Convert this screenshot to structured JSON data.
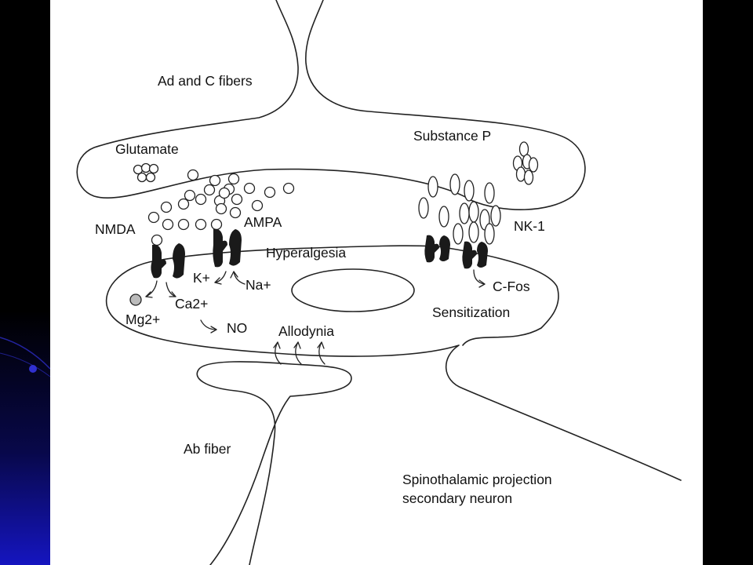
{
  "slide": {
    "left_gradient": [
      "#000000",
      "#06062a",
      "#0a0a6e",
      "#1010c8"
    ],
    "panel_color": "#ffffff",
    "right_border_color": "#000000"
  },
  "diagram": {
    "stroke_color": "#222222",
    "receptor_color": "#1a1a1a",
    "mg_ion_color": "#bbbbbb",
    "labels": {
      "fibers": "Ad and C fibers",
      "glutamate": "Glutamate",
      "substance_p": "Substance P",
      "nmda": "NMDA",
      "ampa": "AMPA",
      "nk1": "NK-1",
      "hyperalgesia": "Hyperalgesia",
      "k_ion": "K+",
      "na_ion": "Na+",
      "c_fos": "C-Fos",
      "ca_ion": "Ca2+",
      "mg_ion": "Mg2+",
      "no": "NO",
      "allodynia": "Allodynia",
      "sensitization": "Sensitization",
      "ab_fiber": "Ab fiber",
      "projection_line1": "Spinothalamic projection",
      "projection_line2": "secondary neuron"
    }
  }
}
